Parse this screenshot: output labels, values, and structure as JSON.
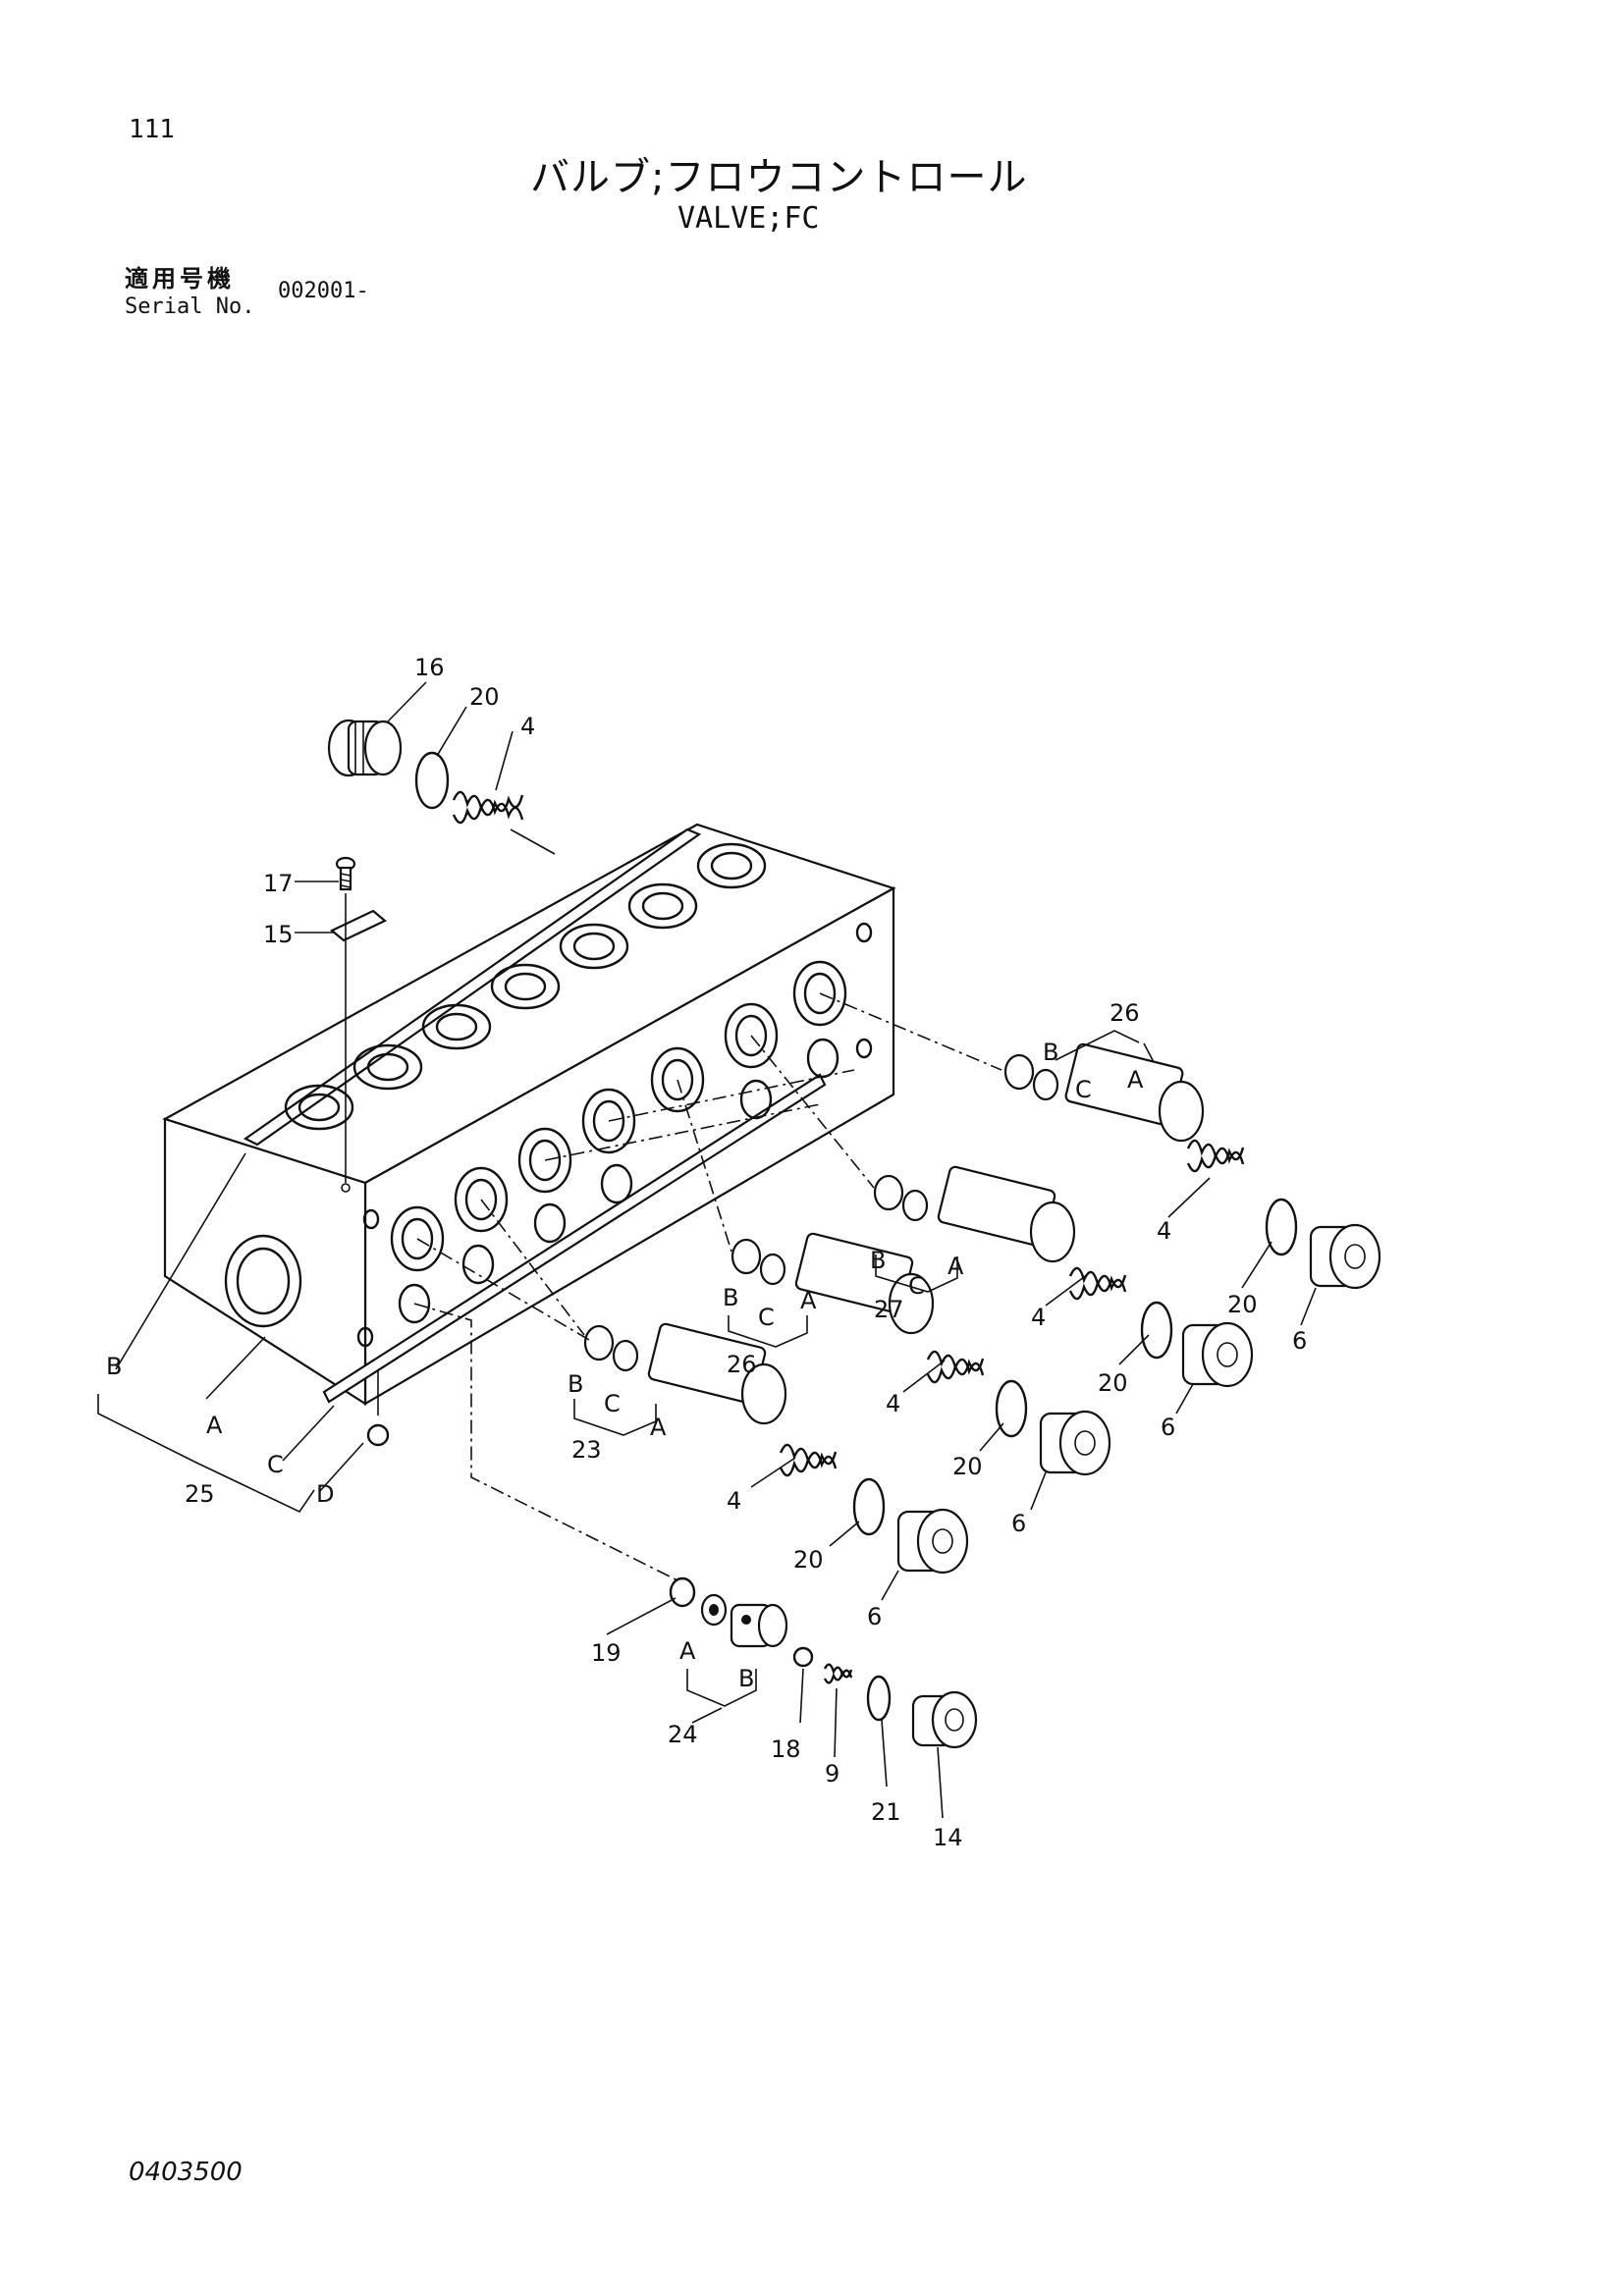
{
  "header": {
    "page_number": "111",
    "title_jp": "バルブ;フロウコントロール",
    "title_en": "VALVE;FC",
    "serial_label_jp": "適用号機",
    "serial_label_en": "Serial No.",
    "serial_value": "002001-"
  },
  "footer": {
    "drawing_code": "0403500"
  },
  "callouts": {
    "c16": "16",
    "c20_top": "20",
    "c4_top": "4",
    "c17": "17",
    "c15": "15",
    "c26_r": "26",
    "c26_r_B": "B",
    "c26_r_C": "C",
    "c26_r_A": "A",
    "c27": "27",
    "c27_B": "B",
    "c27_C": "C",
    "c27_A": "A",
    "c26_m": "26",
    "c26_m_B": "B",
    "c26_m_C": "C",
    "c26_m_A": "A",
    "c23": "23",
    "c23_B": "B",
    "c23_C": "C",
    "c23_A": "A",
    "c4_a": "4",
    "c4_b": "4",
    "c4_c": "4",
    "c4_d": "4",
    "c20_a": "20",
    "c20_b": "20",
    "c20_c": "20",
    "c20_d": "20",
    "c6_a": "6",
    "c6_b": "6",
    "c6_c": "6",
    "c6_d": "6",
    "c25": "25",
    "c25_A": "A",
    "c25_B": "B",
    "c25_C": "C",
    "c25_D": "D",
    "c19": "19",
    "c24": "24",
    "c24_A": "A",
    "c24_B": "B",
    "c18": "18",
    "c9": "9",
    "c21": "21",
    "c14": "14"
  }
}
